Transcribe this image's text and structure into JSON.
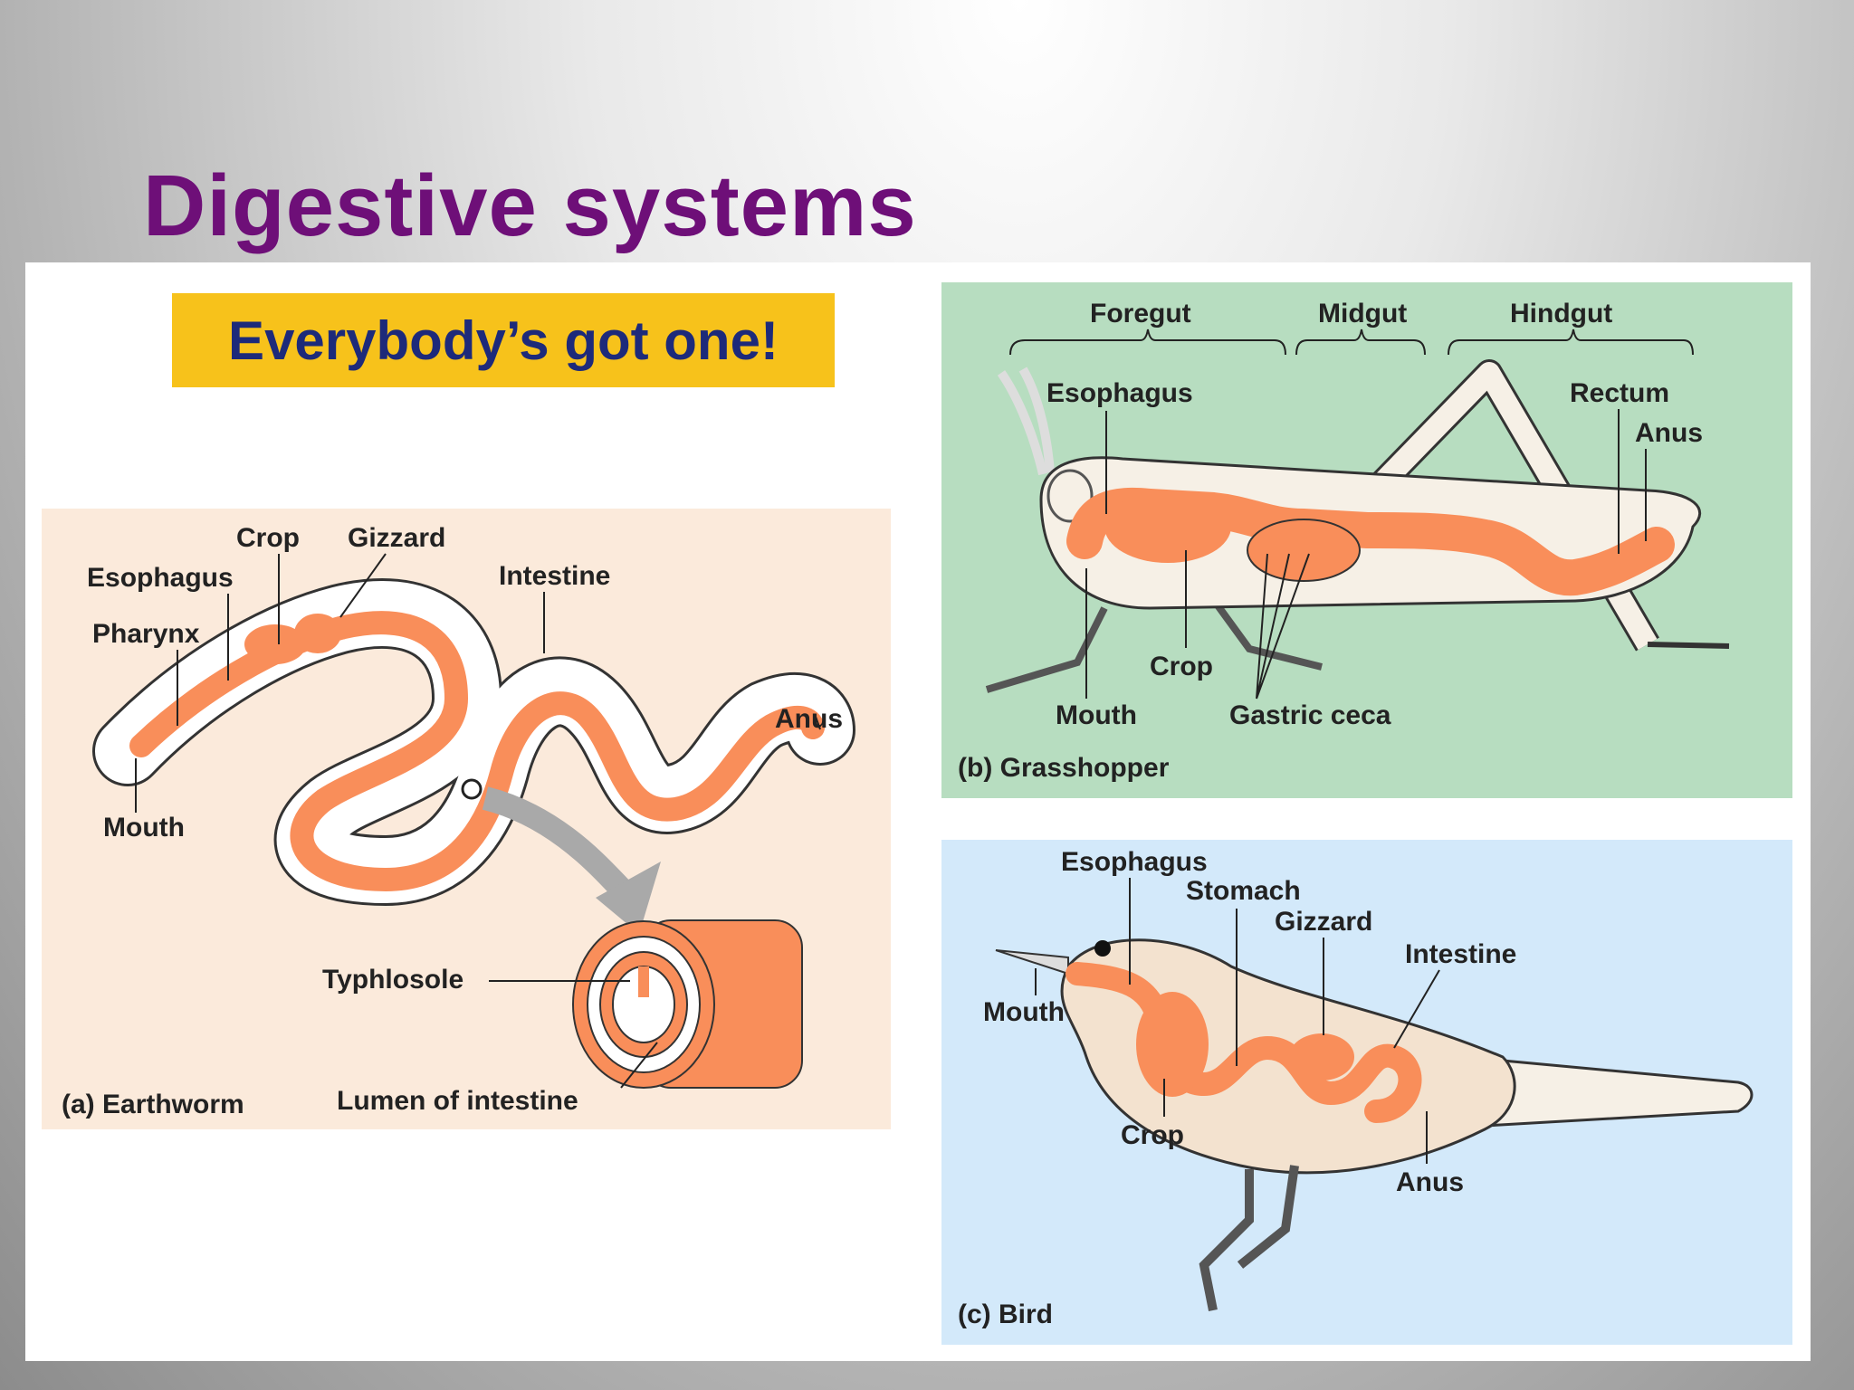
{
  "slide": {
    "title": "Digestive systems",
    "banner": "Everybody’s got one!"
  },
  "colors": {
    "title": "#6e0f78",
    "banner_bg": "#f7c21b",
    "banner_text": "#1d2a7a",
    "earthworm_bg": "#fbeadb",
    "grasshopper_bg": "#b7ddc0",
    "bird_bg": "#d3e9fa",
    "gut": "#f98e5a"
  },
  "earthworm": {
    "caption": "(a) Earthworm",
    "labels": {
      "crop": "Crop",
      "gizzard": "Gizzard",
      "esophagus": "Esophagus",
      "intestine": "Intestine",
      "pharynx": "Pharynx",
      "anus": "Anus",
      "mouth": "Mouth",
      "typhlosole": "Typhlosole",
      "lumen": "Lumen of intestine"
    }
  },
  "grasshopper": {
    "caption": "(b) Grasshopper",
    "labels": {
      "foregut": "Foregut",
      "midgut": "Midgut",
      "hindgut": "Hindgut",
      "esophagus": "Esophagus",
      "rectum": "Rectum",
      "anus": "Anus",
      "crop": "Crop",
      "mouth": "Mouth",
      "gastric_ceca": "Gastric ceca"
    }
  },
  "bird": {
    "caption": "(c) Bird",
    "labels": {
      "esophagus": "Esophagus",
      "stomach": "Stomach",
      "gizzard": "Gizzard",
      "intestine": "Intestine",
      "mouth": "Mouth",
      "crop": "Crop",
      "anus": "Anus"
    }
  }
}
